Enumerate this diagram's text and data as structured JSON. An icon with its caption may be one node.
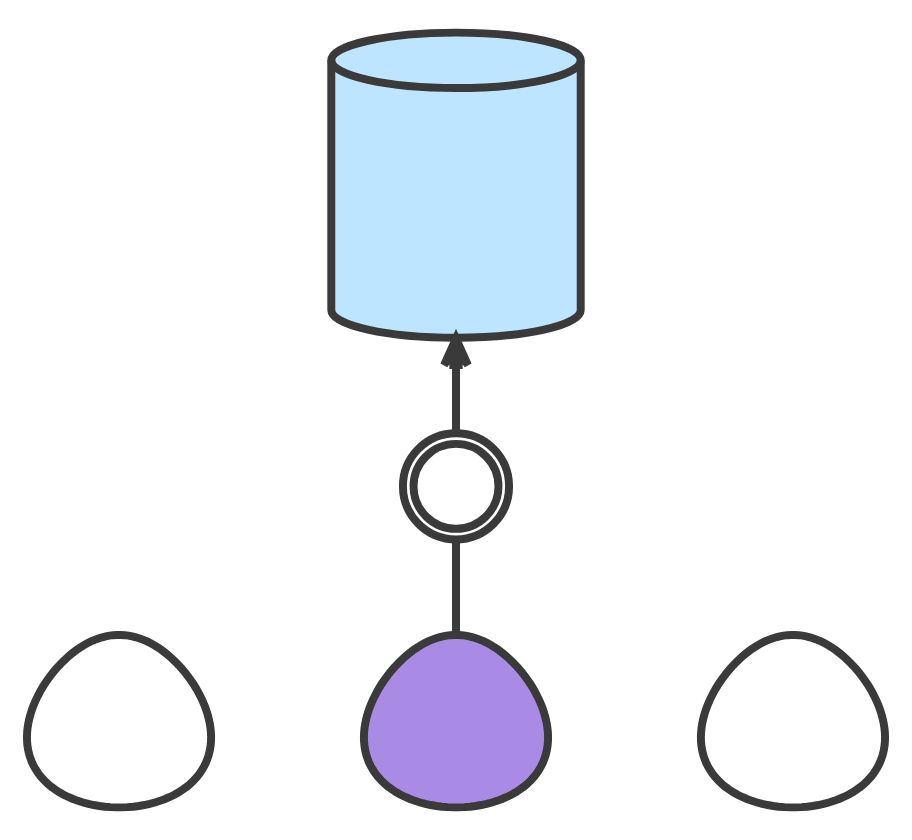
{
  "diagram": {
    "nodes": [
      {
        "text": [],
        "shape": "cylinder"
      },
      {
        "text": [],
        "shape": "clock"
      },
      {
        "text": [],
        "shape": "person"
      },
      {
        "text": [],
        "shape": "person"
      },
      {
        "text": [],
        "shape": "person"
      }
    ],
    "edges": [
      {
        "from": 3,
        "to": 1,
        "arrow": "none"
      },
      {
        "from": 1,
        "to": 0,
        "arrow": "to"
      }
    ]
  }
}
